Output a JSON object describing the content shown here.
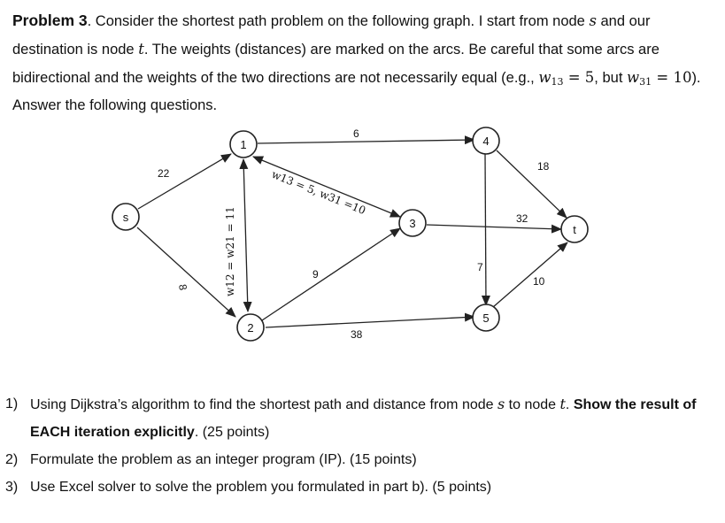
{
  "problem": {
    "heading": "Problem 3",
    "text_1": ". Consider the shortest path problem on the following graph. I start from node ",
    "var_s": "s",
    "text_2": " and our destination is node ",
    "var_t": "t",
    "text_3": ". The weights (distances) are marked on the arcs. Be careful that some arcs are bidirectional and the weights of the two directions are not necessarily equal (e.g., ",
    "ex1": "w13 = 5",
    "text_4": ", but ",
    "ex2": "w31 = 10",
    "text_5": "). Answer the following questions."
  },
  "graph": {
    "nodes": {
      "s": "s",
      "n1": "1",
      "n2": "2",
      "n3": "3",
      "n4": "4",
      "n5": "5",
      "t": "t"
    },
    "edge_labels": {
      "s_1": "22",
      "s_2": "8",
      "n1_n4": "6",
      "n1_n2": "w12 = w21 = 11",
      "n1_n3": "w13 = 5, w31 =10",
      "n2_n3": "9",
      "n2_n5": "38",
      "n3_t": "32",
      "n4_t": "18",
      "n4_n5": "7",
      "n5_t": "10"
    }
  },
  "questions": [
    {
      "num": "1)",
      "text_a": "Using Dijkstra’s algorithm to find the shortest path and distance from node ",
      "var1": "s",
      "text_b": " to node ",
      "var2": "t",
      "text_c": ". ",
      "bold": "Show the result of EACH iteration explicitly",
      "text_d": ". (25 points)"
    },
    {
      "num": "2)",
      "text": "Formulate the problem as an integer program (IP).   (15 points)"
    },
    {
      "num": "3)",
      "text": "Use Excel solver to solve the problem you formulated in part b).   (5 points)"
    }
  ]
}
